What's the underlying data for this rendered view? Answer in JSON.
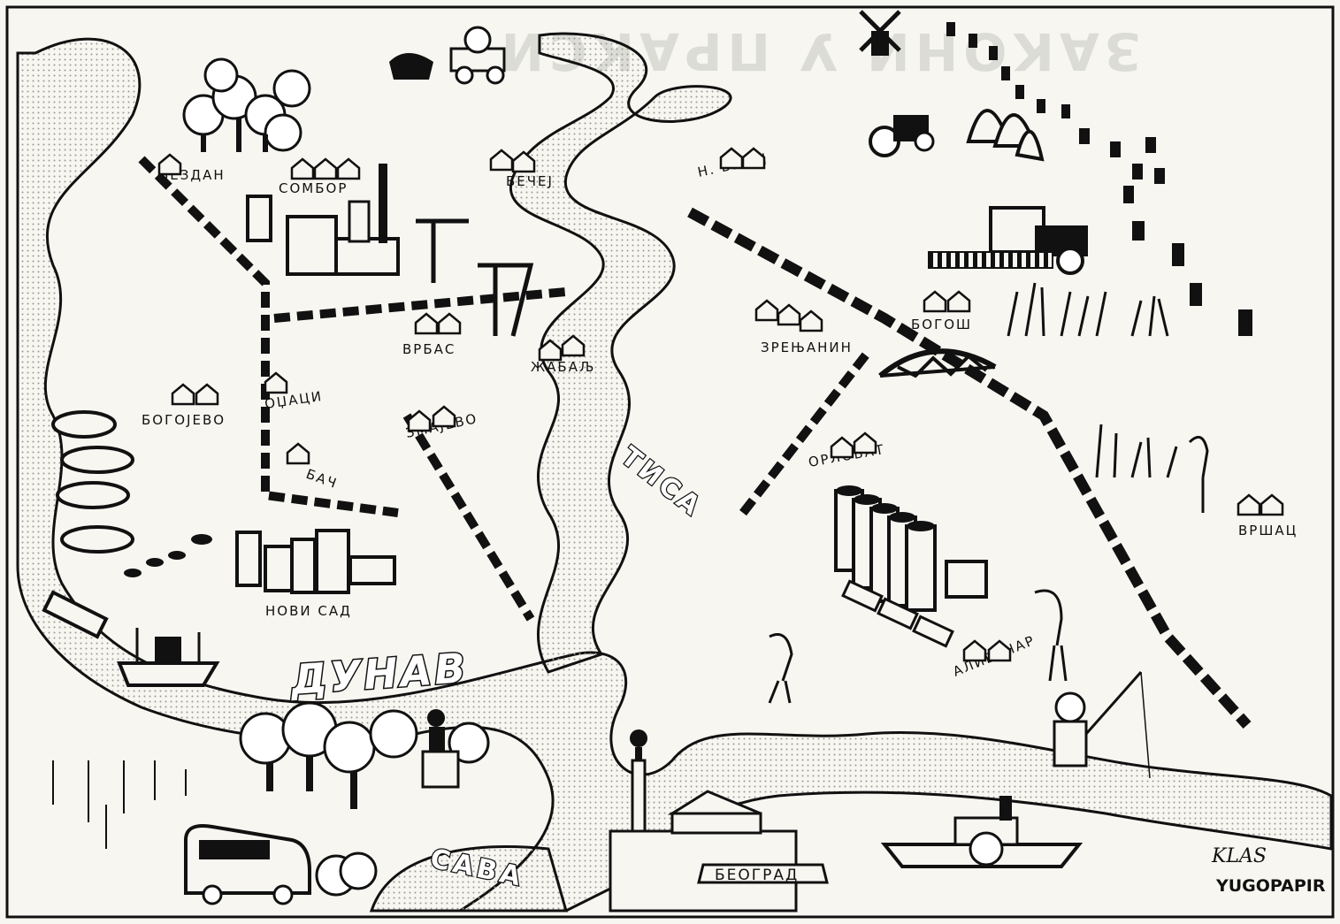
{
  "map": {
    "artist_signature": "KLAS",
    "watermark": "YUGOPAPIR",
    "background_text": "ЗАКОНИ У ПРАКСИ",
    "colors": {
      "paper": "#f7f6f1",
      "ink": "#111111",
      "river": "#d8d8d2",
      "dots": "#9a9a94"
    },
    "rivers": {
      "danube": "ДУНАВ",
      "tisa": "ТИСА",
      "sava": "САВА"
    },
    "places": {
      "bezdan": "БЕЗДАН",
      "sombor": "СОМБОР",
      "becej": "БЕЧЕЈ",
      "novi_becej": "Н. БЕЧЕЈ",
      "vrbas": "ВРБАС",
      "zabalj": "ЖАБАЉ",
      "zrenjanin": "ЗРЕЊАНИН",
      "bogojevo": "БОГОЈЕВО",
      "odzaci": "ОЏАЦИ",
      "bac": "БАЧ",
      "zmajevo": "ЗМАЈЕВО",
      "orlovat": "ОРЛОВАТ",
      "bogos": "БОГОШ",
      "vrsac": "ВРШАЦ",
      "novi_sad": "НОВИ САД",
      "alibunar": "АЛИБУНАР",
      "beograd": "БЕОГРАД"
    },
    "illustrations": {
      "windmill": "windmill-icon",
      "ox_cart": "ox-cart-icon",
      "tractor": "tractor-icon",
      "combine": "combine-harvester-icon",
      "bridge": "bridge-icon",
      "factory": "factory-icon",
      "silos": "silos-icon",
      "ship": "ship-icon",
      "paddle_steamer": "paddle-steamer-icon",
      "bus": "bus-icon",
      "fisherman": "fisherman-icon",
      "stork": "stork-icon",
      "monument": "victor-monument-icon"
    }
  }
}
